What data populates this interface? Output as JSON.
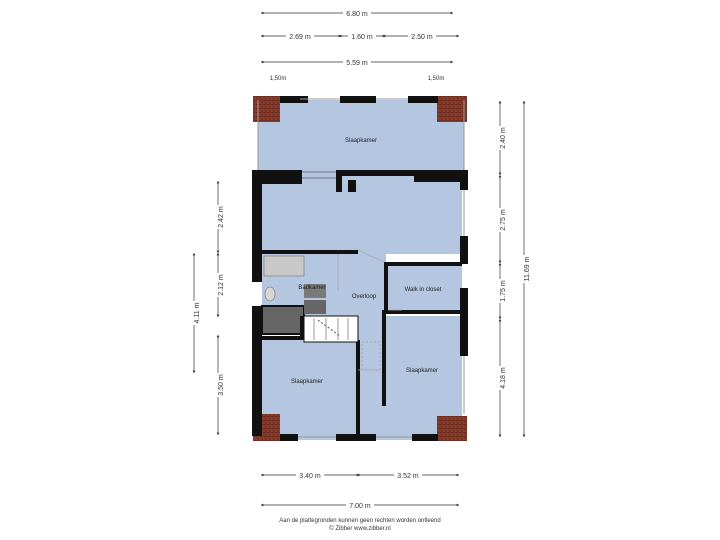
{
  "dimensions": {
    "top_total": "6.80 m",
    "top_left": "2.69 m",
    "top_mid": "1.60 m",
    "top_right": "2.50 m",
    "top_inner": "5.59 m",
    "label_150_left": "1,50m",
    "label_150_right": "1,50m",
    "right_top": "2.40 m",
    "right_mid": "2.75 m",
    "right_mid2": "1.75 m",
    "right_bottom": "4.18 m",
    "right_total": "11.69 m",
    "left_top": "2.42 m",
    "left_mid": "2.12 m",
    "left_total": "4.11 m",
    "left_bottom": "3.50 m",
    "bottom_left": "3.40 m",
    "bottom_right": "3.52 m",
    "bottom_total": "7.00 m"
  },
  "rooms": {
    "slaapkamer_top": "Slaapkamer",
    "badkamer": "Badkamer",
    "overloop": "Overloop",
    "walk_in_closet": "Walk in closet",
    "slaapkamer_bottom_left": "Slaapkamer",
    "slaapkamer_bottom_right": "Slaapkamer"
  },
  "footer": {
    "disclaimer": "Aan de plattegronden kunnen geen rechten worden ontleend",
    "copyright": "© Zibber www.zibber.nl"
  },
  "colors": {
    "floor": "#b4c6e0",
    "wall": "#111111",
    "roof_tile": "#8a3c2c"
  }
}
